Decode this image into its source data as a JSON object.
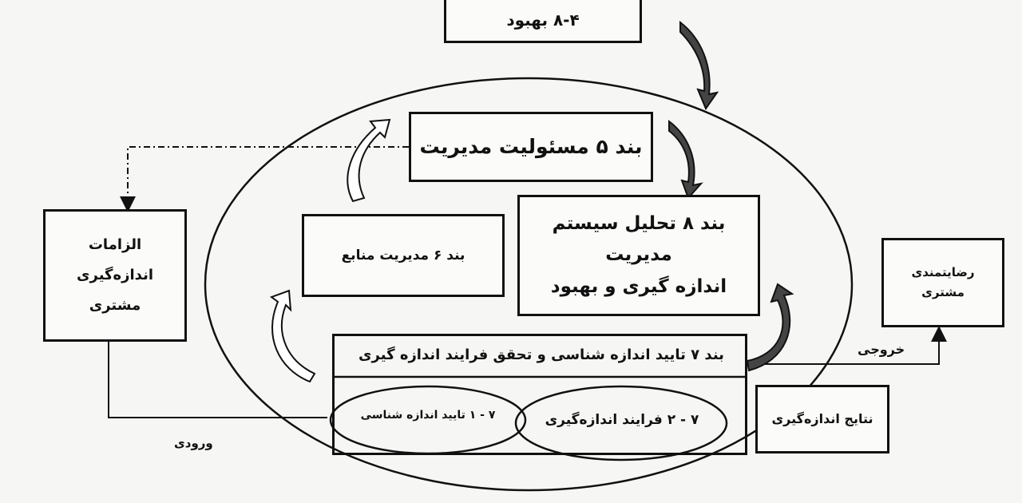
{
  "diagram": {
    "top_box": "۸-۴ بهبود",
    "clause5": "بند ۵ مسئولیت مدیریت",
    "clause6": "بند ۶ مدیریت منابع",
    "clause8": {
      "line1": "بند ۸ تحلیل سیستم مدیریت",
      "line2": "اندازه گیری و بهبود"
    },
    "clause7": "بند ۷ تایید اندازه شناسی و تحقق فرایند اندازه گیری",
    "clause7_1": "۷ - ۱ تایید اندازه شناسی",
    "clause7_2": "۷ - ۲ فرایند اندازه‌گیری",
    "requirements": {
      "line1": "الزامات",
      "line2": "اندازه‌گیری",
      "line3": "مشتری"
    },
    "satisfaction": {
      "line1": "رضایتمندی",
      "line2": "مشتری"
    },
    "results": "نتایج اندازه‌گیری",
    "output_label": "خروجی",
    "input_label": "ورودی"
  }
}
